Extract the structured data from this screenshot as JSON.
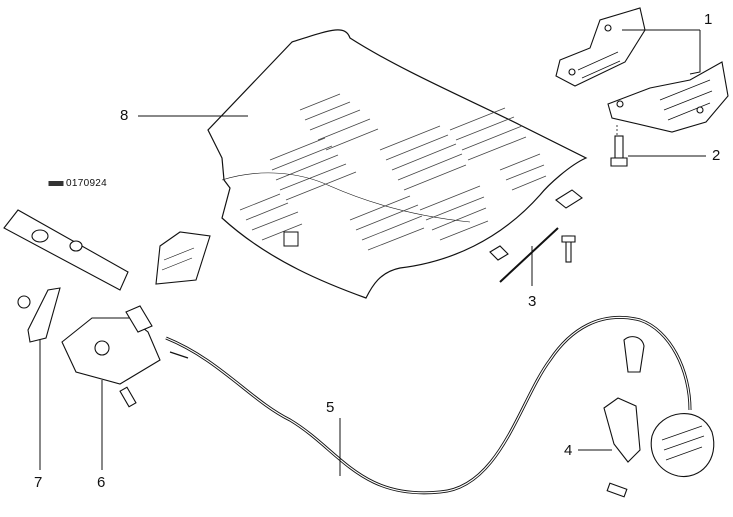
{
  "figure_code": "0170924",
  "callouts": {
    "c1": "1",
    "c2": "2",
    "c3": "3",
    "c4": "4",
    "c5": "5",
    "c6": "6",
    "c7": "7",
    "c8": "8"
  }
}
